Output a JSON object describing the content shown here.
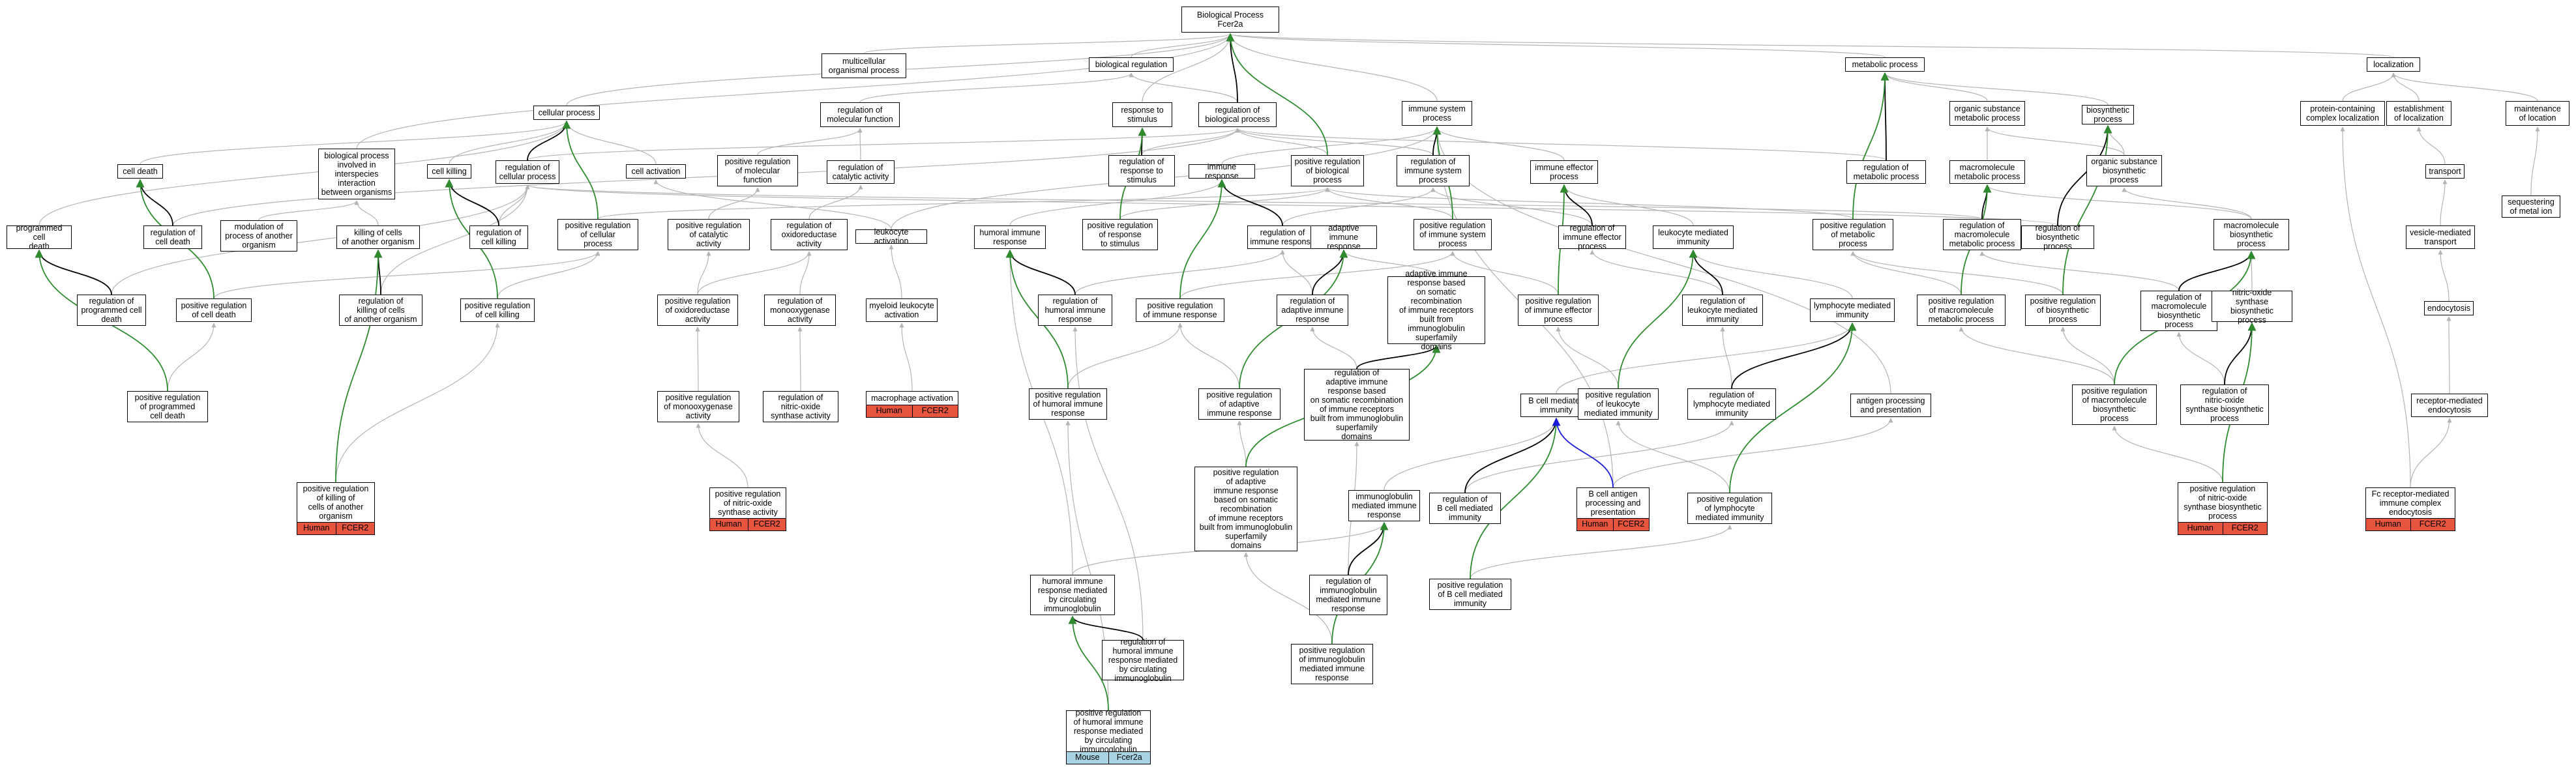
{
  "colors": {
    "gray_edge": "#b4b4b4",
    "black_edge": "#000000",
    "green_edge": "#2e8b2e",
    "blue_edge": "#1a1adc",
    "human_badge": "#e8553e",
    "mouse_badge": "#a7d3e3"
  },
  "nodes": [
    {
      "id": "root",
      "label": "Biological Process\nFcer2a"
    },
    {
      "id": "multicell",
      "label": "multicellular\norganismal process"
    },
    {
      "id": "bioreg",
      "label": "biological regulation"
    },
    {
      "id": "metab",
      "label": "metabolic process"
    },
    {
      "id": "localization",
      "label": "localization"
    },
    {
      "id": "cellproc",
      "label": "cellular process"
    },
    {
      "id": "regmolfunc",
      "label": "regulation of\nmolecular function"
    },
    {
      "id": "respstim",
      "label": "response to\nstimulus"
    },
    {
      "id": "regbioproc",
      "label": "regulation of\nbiological process"
    },
    {
      "id": "immsys",
      "label": "immune system\nprocess"
    },
    {
      "id": "orgsubmet",
      "label": "organic substance\nmetabolic process"
    },
    {
      "id": "biosyn",
      "label": "biosynthetic\nprocess"
    },
    {
      "id": "protloc",
      "label": "protein-containing\ncomplex localization"
    },
    {
      "id": "estloc",
      "label": "establishment\nof localization"
    },
    {
      "id": "maintloc",
      "label": "maintenance\nof location"
    },
    {
      "id": "celldeath",
      "label": "cell death"
    },
    {
      "id": "interspecies",
      "label": "biological process\ninvolved in\ninterspecies\ninteraction\nbetween organisms"
    },
    {
      "id": "cellkilling",
      "label": "cell killing"
    },
    {
      "id": "regcellproc",
      "label": "regulation of\ncellular process"
    },
    {
      "id": "cellact",
      "label": "cell activation"
    },
    {
      "id": "posregmolfunc",
      "label": "positive regulation\nof molecular\nfunction"
    },
    {
      "id": "regcatact",
      "label": "regulation of\ncatalytic activity"
    },
    {
      "id": "regrespstim",
      "label": "regulation of\nresponse to\nstimulus"
    },
    {
      "id": "immresp",
      "label": "immune response"
    },
    {
      "id": "posregbio",
      "label": "positive regulation\nof biological\nprocess"
    },
    {
      "id": "regimmsys",
      "label": "regulation of\nimmune system\nprocess"
    },
    {
      "id": "immeff",
      "label": "immune effector\nprocess"
    },
    {
      "id": "regmetab",
      "label": "regulation of\nmetabolic process"
    },
    {
      "id": "macromet",
      "label": "macromolecule\nmetabolic process"
    },
    {
      "id": "orgsubbio",
      "label": "organic substance\nbiosynthetic\nprocess"
    },
    {
      "id": "transport",
      "label": "transport"
    },
    {
      "id": "seqmetal",
      "label": "sequestering\nof metal ion"
    },
    {
      "id": "pcd",
      "label": "programmed cell\ndeath"
    },
    {
      "id": "regcelldeath",
      "label": "regulation of\ncell death"
    },
    {
      "id": "modproc",
      "label": "modulation of\nprocess of another\norganism"
    },
    {
      "id": "killother",
      "label": "killing of cells\nof another organism"
    },
    {
      "id": "regcellkill",
      "label": "regulation of\ncell killing"
    },
    {
      "id": "posregcell",
      "label": "positive regulation\nof cellular\nprocess"
    },
    {
      "id": "posregcat",
      "label": "positive regulation\nof catalytic\nactivity"
    },
    {
      "id": "regoxido",
      "label": "regulation of\noxidoreductase\nactivity"
    },
    {
      "id": "leukact",
      "label": "leukocyte activation"
    },
    {
      "id": "humimm",
      "label": "humoral immune\nresponse"
    },
    {
      "id": "posregresp",
      "label": "positive regulation\nof response\nto stimulus"
    },
    {
      "id": "regimmresp",
      "label": "regulation of\nimmune response"
    },
    {
      "id": "adaptimm",
      "label": "adaptive immune\nresponse"
    },
    {
      "id": "posregimmsys",
      "label": "positive regulation\nof immune system\nprocess"
    },
    {
      "id": "regimmeff",
      "label": "regulation of\nimmune effector\nprocess"
    },
    {
      "id": "leukmed",
      "label": "leukocyte mediated\nimmunity"
    },
    {
      "id": "posregmetab",
      "label": "positive regulation\nof metabolic\nprocess"
    },
    {
      "id": "regmacromet",
      "label": "regulation of\nmacromolecule\nmetabolic process"
    },
    {
      "id": "regbiosyn",
      "label": "regulation of\nbiosynthetic\nprocess"
    },
    {
      "id": "macrobio",
      "label": "macromolecule\nbiosynthetic\nprocess"
    },
    {
      "id": "vesicle",
      "label": "vesicle-mediated\ntransport"
    },
    {
      "id": "regpcd",
      "label": "regulation of\nprogrammed cell\ndeath"
    },
    {
      "id": "posregcelldeath",
      "label": "positive regulation\nof cell death"
    },
    {
      "id": "regkillother",
      "label": "regulation of\nkilling of cells\nof another organism"
    },
    {
      "id": "posregcellkill",
      "label": "positive regulation\nof cell killing"
    },
    {
      "id": "posregoxido",
      "label": "positive regulation\nof oxidoreductase\nactivity"
    },
    {
      "id": "regmonoox",
      "label": "regulation of\nmonooxygenase\nactivity"
    },
    {
      "id": "myeloid",
      "label": "myeloid leukocyte\nactivation"
    },
    {
      "id": "reghumimm",
      "label": "regulation of\nhumoral immune\nresponse"
    },
    {
      "id": "posregimmresp",
      "label": "positive regulation\nof immune response"
    },
    {
      "id": "regadapt",
      "label": "regulation of\nadaptive immune\nresponse"
    },
    {
      "id": "adaptsomatic",
      "label": "adaptive immune\nresponse based\non somatic recombination\nof immune receptors\nbuilt from immunoglobulin\nsuperfamily\ndomains"
    },
    {
      "id": "posregimmeff",
      "label": "positive regulation\nof immune effector\nprocess"
    },
    {
      "id": "regleukmed",
      "label": "regulation of\nleukocyte mediated\nimmunity"
    },
    {
      "id": "lymphmed",
      "label": "lymphocyte mediated\nimmunity"
    },
    {
      "id": "posregmacromet",
      "label": "positive regulation\nof macromolecule\nmetabolic process"
    },
    {
      "id": "posregbiosyn",
      "label": "positive regulation\nof biosynthetic\nprocess"
    },
    {
      "id": "regmacrobio",
      "label": "regulation of\nmacromolecule\nbiosynthetic\nprocess"
    },
    {
      "id": "nos",
      "label": "nitric-oxide\nsynthase biosynthetic\nprocess"
    },
    {
      "id": "endocytosis",
      "label": "endocytosis"
    },
    {
      "id": "posregpcd",
      "label": "positive regulation\nof programmed\ncell death"
    },
    {
      "id": "posregmonoox",
      "label": "positive regulation\nof monooxygenase\nactivity"
    },
    {
      "id": "regnos",
      "label": "regulation of\nnitric-oxide\nsynthase activity"
    },
    {
      "id": "macroact",
      "label": "macrophage activation",
      "badge": [
        "Human",
        "FCER2"
      ]
    },
    {
      "id": "posreghumimm",
      "label": "positive regulation\nof humoral immune\nresponse"
    },
    {
      "id": "posregadapt",
      "label": "positive regulation\nof adaptive\nimmune response"
    },
    {
      "id": "regadaptsomatic",
      "label": "regulation of\nadaptive immune\nresponse based\non somatic recombination\nof immune receptors\nbuilt from immunoglobulin\nsuperfamily\ndomains"
    },
    {
      "id": "bcellmed",
      "label": "B cell mediated\nimmunity"
    },
    {
      "id": "posregleukmed",
      "label": "positive regulation\nof leukocyte\nmediated immunity"
    },
    {
      "id": "reglymphmed",
      "label": "regulation of\nlymphocyte mediated\nimmunity"
    },
    {
      "id": "antigen",
      "label": "antigen processing\nand presentation"
    },
    {
      "id": "posregmacrobio",
      "label": "positive regulation\nof macromolecule\nbiosynthetic\nprocess"
    },
    {
      "id": "regnosbio",
      "label": "regulation of\nnitric-oxide\nsynthase biosynthetic\nprocess"
    },
    {
      "id": "receptorendo",
      "label": "receptor-mediated\nendocytosis"
    },
    {
      "id": "posregkillother",
      "label": "positive regulation\nof killing of\ncells of another\norganism",
      "badge": [
        "Human",
        "FCER2"
      ]
    },
    {
      "id": "posregnos",
      "label": "positive regulation\nof nitric-oxide\nsynthase activity",
      "badge": [
        "Human",
        "FCER2"
      ]
    },
    {
      "id": "posregadaptsomatic",
      "label": "positive regulation\nof adaptive\nimmune response\nbased on somatic\nrecombination\nof immune receptors\nbuilt from immunoglobulin\nsuperfamily\ndomains"
    },
    {
      "id": "igmed",
      "label": "immunoglobulin\nmediated immune\nresponse"
    },
    {
      "id": "regbcellmed",
      "label": "regulation of\nB cell mediated\nimmunity"
    },
    {
      "id": "bcellantigen",
      "label": "B cell antigen\nprocessing and\npresentation",
      "badge": [
        "Human",
        "FCER2"
      ]
    },
    {
      "id": "posreglymphmed",
      "label": "positive regulation\nof lymphocyte\nmediated immunity"
    },
    {
      "id": "posregnosbio",
      "label": "positive regulation\nof nitric-oxide\nsynthase biosynthetic\nprocess",
      "badge": [
        "Human",
        "FCER2"
      ]
    },
    {
      "id": "fcreceptor",
      "label": "Fc receptor-mediated\nimmune complex\nendocytosis",
      "badge": [
        "Human",
        "FCER2"
      ]
    },
    {
      "id": "humcirc",
      "label": "humoral immune\nresponse mediated\nby circulating\nimmunoglobulin"
    },
    {
      "id": "regimmmed",
      "label": "regulation of\nimmunoglobulin\nmediated immune\nresponse"
    },
    {
      "id": "posregbcellmed",
      "label": "positive regulation\nof B cell mediated\nimmunity"
    },
    {
      "id": "reghumcirc",
      "label": "regulation of\nhumoral immune\nresponse mediated\nby circulating\nimmunoglobulin"
    },
    {
      "id": "posregimmmed",
      "label": "positive regulation\nof immunoglobulin\nmediated immune\nresponse"
    },
    {
      "id": "posreghumcirc",
      "label": "positive regulation\nof humoral immune\nresponse mediated\nby circulating\nimmunoglobulin",
      "badge": [
        "Mouse",
        "Fcer2a"
      ],
      "badge_color": "mouse"
    }
  ]
}
